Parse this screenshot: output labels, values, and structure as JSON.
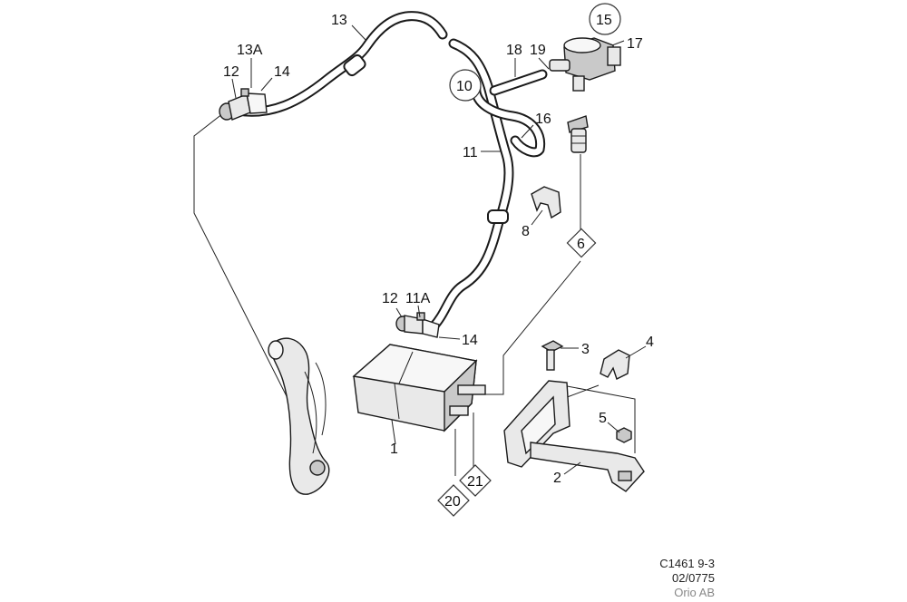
{
  "callouts": {
    "c1": "1",
    "c2": "2",
    "c3": "3",
    "c4": "4",
    "c5": "5",
    "c6": "6",
    "c8": "8",
    "c10": "10",
    "c11": "11",
    "c11a": "11A",
    "c12a": "12",
    "c12b": "12",
    "c13": "13",
    "c13a": "13A",
    "c14a": "14",
    "c14b": "14",
    "c15": "15",
    "c16": "16",
    "c17": "17",
    "c18": "18",
    "c19": "19",
    "c20": "20",
    "c21": "21"
  },
  "footer": {
    "code": "C1461 9-3",
    "date": "02/0775",
    "brand": "Orio AB"
  }
}
